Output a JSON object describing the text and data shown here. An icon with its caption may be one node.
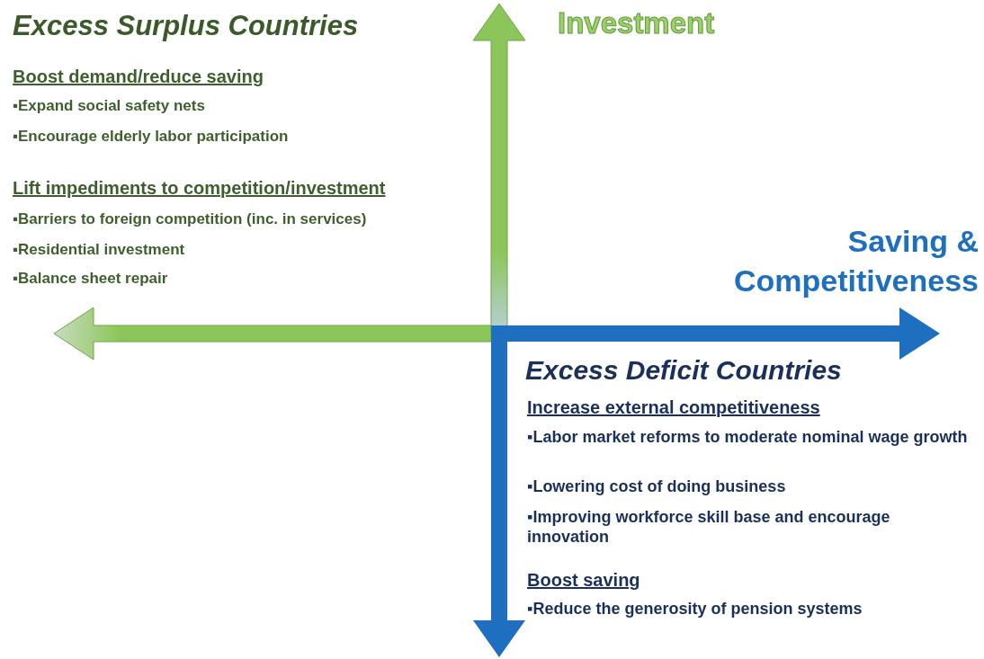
{
  "diagram": {
    "labels": [
      "Excess Surplus Countries",
      "Investment",
      "Boost demand/reduce saving",
      "▪Expand social safety nets",
      "▪Encourage elderly labor participation",
      "Lift impediments to competition/investment",
      "▪Barriers to foreign competition (inc. in services)",
      "▪Residential investment",
      "▪Balance sheet repair",
      "Saving & Competitiveness",
      "Excess Deficit Countries",
      "Increase external competitiveness",
      "▪Labor market reforms to moderate nominal wage growth",
      "▪Lowering cost of doing business",
      "▪Improving workforce skill base and encourage innovation",
      "Boost saving",
      "▪Reduce the generosity of pension systems"
    ]
  }
}
